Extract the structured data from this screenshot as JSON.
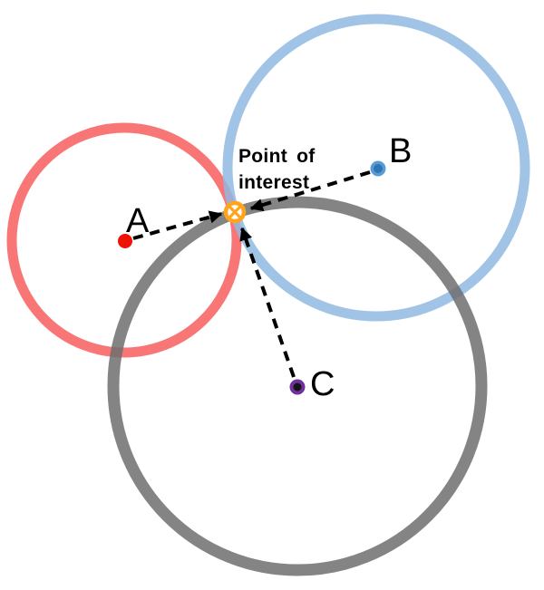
{
  "diagram": {
    "type": "trilateration-diagram",
    "background": "#ffffff",
    "arrow_color": "#000000",
    "label_color": "#000000",
    "poi": {
      "label_line1": "Point of",
      "label_line2": "interest",
      "marker_color": "#ffa41c",
      "marker_fill": "#ffffff",
      "marker_symbol": "circled-x"
    },
    "beacons": [
      {
        "label": "A",
        "dot_color": "#ee1404",
        "range_circle_color": "#f75e5e"
      },
      {
        "label": "B",
        "dot_halo_color": "#5b9bd5",
        "dot_color": "#2e75b6",
        "range_circle_color": "#90bae2"
      },
      {
        "label": "C",
        "dot_ring_color": "#7030a0",
        "dot_color": "#141414",
        "range_circle_color": "#6e6e6e"
      }
    ]
  }
}
